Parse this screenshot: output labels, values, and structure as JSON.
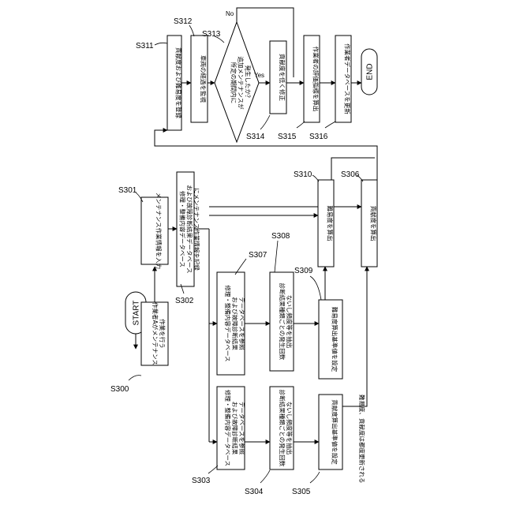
{
  "flowchart": {
    "start": "START",
    "end": "END",
    "decision_yes": "Yes",
    "decision_no": "No",
    "steps": {
      "s300": {
        "label": "S300",
        "text": [
          "作業者Aがメンテナンス",
          "作業を行う"
        ]
      },
      "s301": {
        "label": "S301",
        "text": [
          "メンテナンス作業情報を入力"
        ]
      },
      "s302": {
        "label": "S302",
        "text": [
          "修理・整備内容データベース",
          "および故障診断結果データベース",
          "にメンテナンス作業情報を記録"
        ]
      },
      "s303": {
        "label": "S303",
        "text": [
          "修理・整備内容データベース",
          "および故障診断結果",
          "データベースを参照"
        ]
      },
      "s304": {
        "label": "S304",
        "text": [
          "診断結果種類ごとの発生回数",
          "ないし頻度等を抽出"
        ]
      },
      "s305": {
        "label": "S305",
        "text": [
          "貢献度算出基準値を設定"
        ]
      },
      "s306": {
        "label": "S306",
        "text": [
          "貢献度を算出"
        ]
      },
      "s307": {
        "label": "S307",
        "text": [
          "修理・整備内容データベース",
          "および故障診断結果",
          "データベースを参照"
        ]
      },
      "s308": {
        "label": "S308",
        "text": [
          "診断結果種類ごとの発生回数",
          "ないし頻度等を抽出"
        ]
      },
      "s309": {
        "label": "S309",
        "text": [
          "難易度算出基準値を設定"
        ]
      },
      "s310": {
        "label": "S310",
        "text": [
          "難易度を算出"
        ]
      },
      "s311": {
        "label": "S311",
        "text": [
          "貢献度および難易度を登録"
        ]
      },
      "s312": {
        "label": "S312",
        "text": [
          "車両の経過を監視"
        ]
      },
      "s313": {
        "label": "S313",
        "text": [
          "所定の期間内に",
          "追加メンテナンスが",
          "発生したか？"
        ]
      },
      "s314": {
        "label": "S314",
        "text": [
          "貢献度を低く修正"
        ]
      },
      "s315": {
        "label": "S315",
        "text": [
          "作業者の評価指標を算出"
        ]
      },
      "s316": {
        "label": "S316",
        "text": [
          "作業者データベースを更新"
        ]
      }
    },
    "note": "難易度、貢献度は都度更新される"
  }
}
